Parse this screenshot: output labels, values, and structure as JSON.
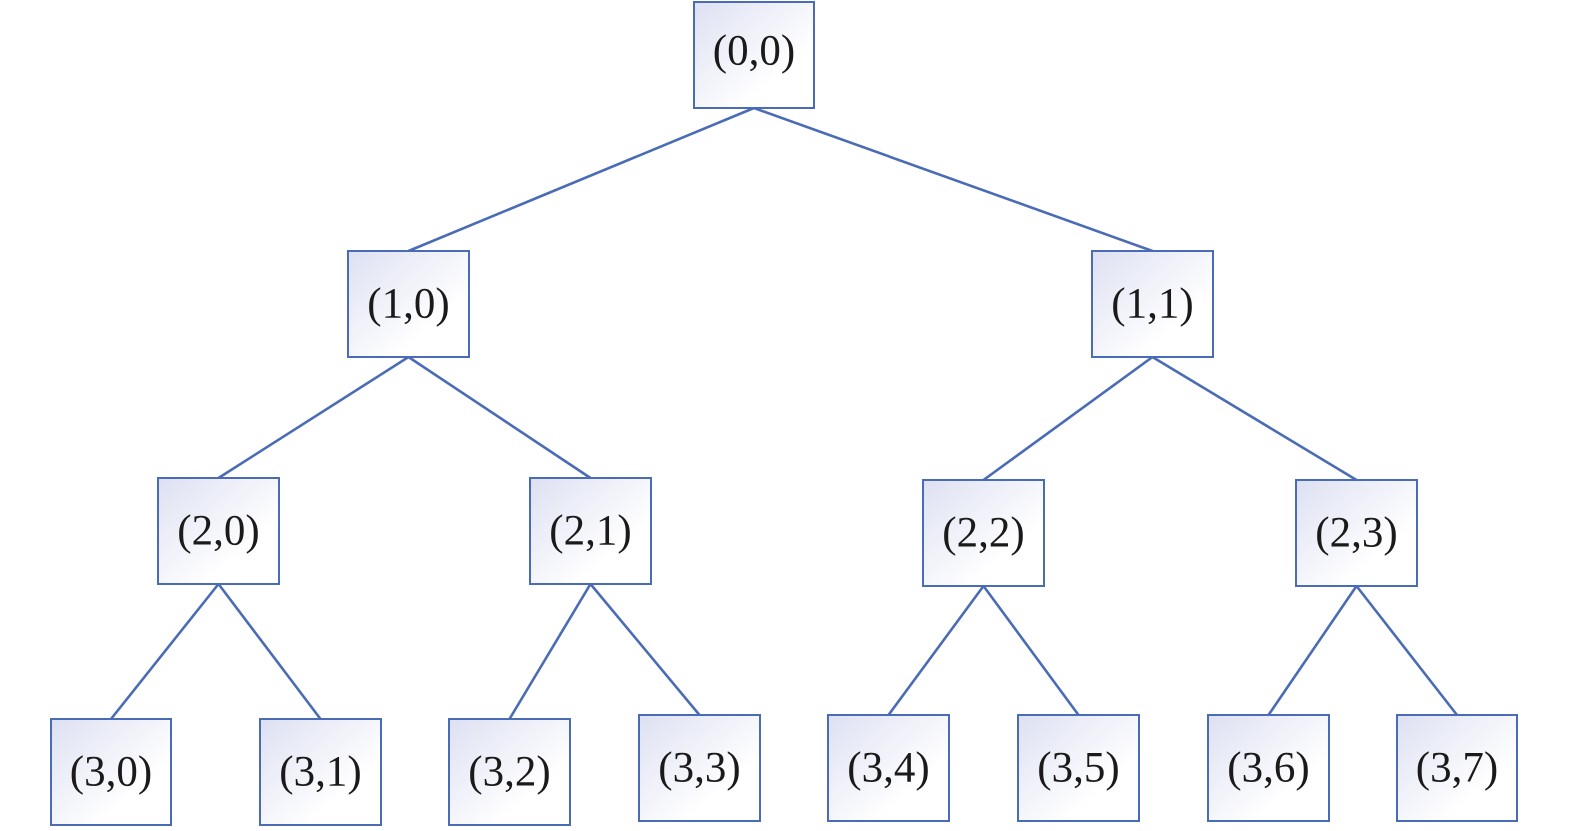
{
  "tree": {
    "edge_color": "#4a6bb5",
    "node_border_color": "#4a6bb5",
    "node_fill_gradient": [
      "#dde0f2",
      "#ffffff"
    ],
    "nodes": [
      {
        "id": "0-0",
        "label": "(0,0)",
        "level": 0,
        "index": 0
      },
      {
        "id": "1-0",
        "label": "(1,0)",
        "level": 1,
        "index": 0
      },
      {
        "id": "1-1",
        "label": "(1,1)",
        "level": 1,
        "index": 1
      },
      {
        "id": "2-0",
        "label": "(2,0)",
        "level": 2,
        "index": 0
      },
      {
        "id": "2-1",
        "label": "(2,1)",
        "level": 2,
        "index": 1
      },
      {
        "id": "2-2",
        "label": "(2,2)",
        "level": 2,
        "index": 2
      },
      {
        "id": "2-3",
        "label": "(2,3)",
        "level": 2,
        "index": 3
      },
      {
        "id": "3-0",
        "label": "(3,0)",
        "level": 3,
        "index": 0
      },
      {
        "id": "3-1",
        "label": "(3,1)",
        "level": 3,
        "index": 1
      },
      {
        "id": "3-2",
        "label": "(3,2)",
        "level": 3,
        "index": 2
      },
      {
        "id": "3-3",
        "label": "(3,3)",
        "level": 3,
        "index": 3
      },
      {
        "id": "3-4",
        "label": "(3,4)",
        "level": 3,
        "index": 4
      },
      {
        "id": "3-5",
        "label": "(3,5)",
        "level": 3,
        "index": 5
      },
      {
        "id": "3-6",
        "label": "(3,6)",
        "level": 3,
        "index": 6
      },
      {
        "id": "3-7",
        "label": "(3,7)",
        "level": 3,
        "index": 7
      }
    ],
    "edges": [
      {
        "from": "0-0",
        "to": "1-0"
      },
      {
        "from": "0-0",
        "to": "1-1"
      },
      {
        "from": "1-0",
        "to": "2-0"
      },
      {
        "from": "1-0",
        "to": "2-1"
      },
      {
        "from": "1-1",
        "to": "2-2"
      },
      {
        "from": "1-1",
        "to": "2-3"
      },
      {
        "from": "2-0",
        "to": "3-0"
      },
      {
        "from": "2-0",
        "to": "3-1"
      },
      {
        "from": "2-1",
        "to": "3-2"
      },
      {
        "from": "2-1",
        "to": "3-3"
      },
      {
        "from": "2-2",
        "to": "3-4"
      },
      {
        "from": "2-2",
        "to": "3-5"
      },
      {
        "from": "2-3",
        "to": "3-6"
      },
      {
        "from": "2-3",
        "to": "3-7"
      }
    ]
  }
}
